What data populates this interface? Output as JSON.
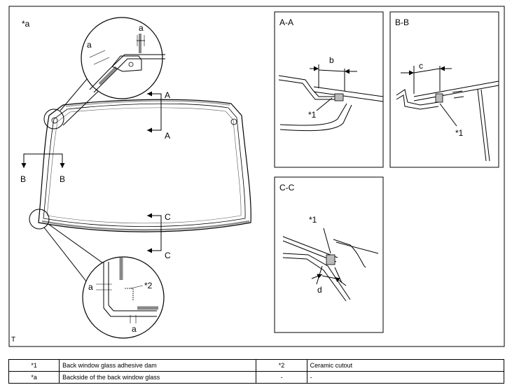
{
  "figure": {
    "corner_label": "*a",
    "corner_mark": "T",
    "sections": {
      "aa_title": "A-A",
      "bb_title": "B-B",
      "cc_title": "C-C"
    },
    "section_markers": {
      "a_top": "A",
      "a_bottom": "A",
      "b_left": "B",
      "b_right": "B",
      "c_top": "C",
      "c_bottom": "C"
    },
    "dimension_labels": {
      "top_detail_a1": "a",
      "top_detail_a2": "a",
      "bottom_detail_a1": "a",
      "bottom_detail_a2": "a",
      "bottom_detail_ref": "*2",
      "aa_dim": "b",
      "aa_ref": "*1",
      "bb_dim": "c",
      "bb_ref": "*1",
      "cc_ref": "*1",
      "cc_dim": "d"
    }
  },
  "legend": {
    "rows": [
      {
        "code1": "*1",
        "desc1": "Back window glass adhesive dam",
        "code2": "*2",
        "desc2": "Ceramic cutout"
      },
      {
        "code1": "*a",
        "desc1": "Backside of the back window glass",
        "code2": "-",
        "desc2": "-"
      }
    ]
  }
}
